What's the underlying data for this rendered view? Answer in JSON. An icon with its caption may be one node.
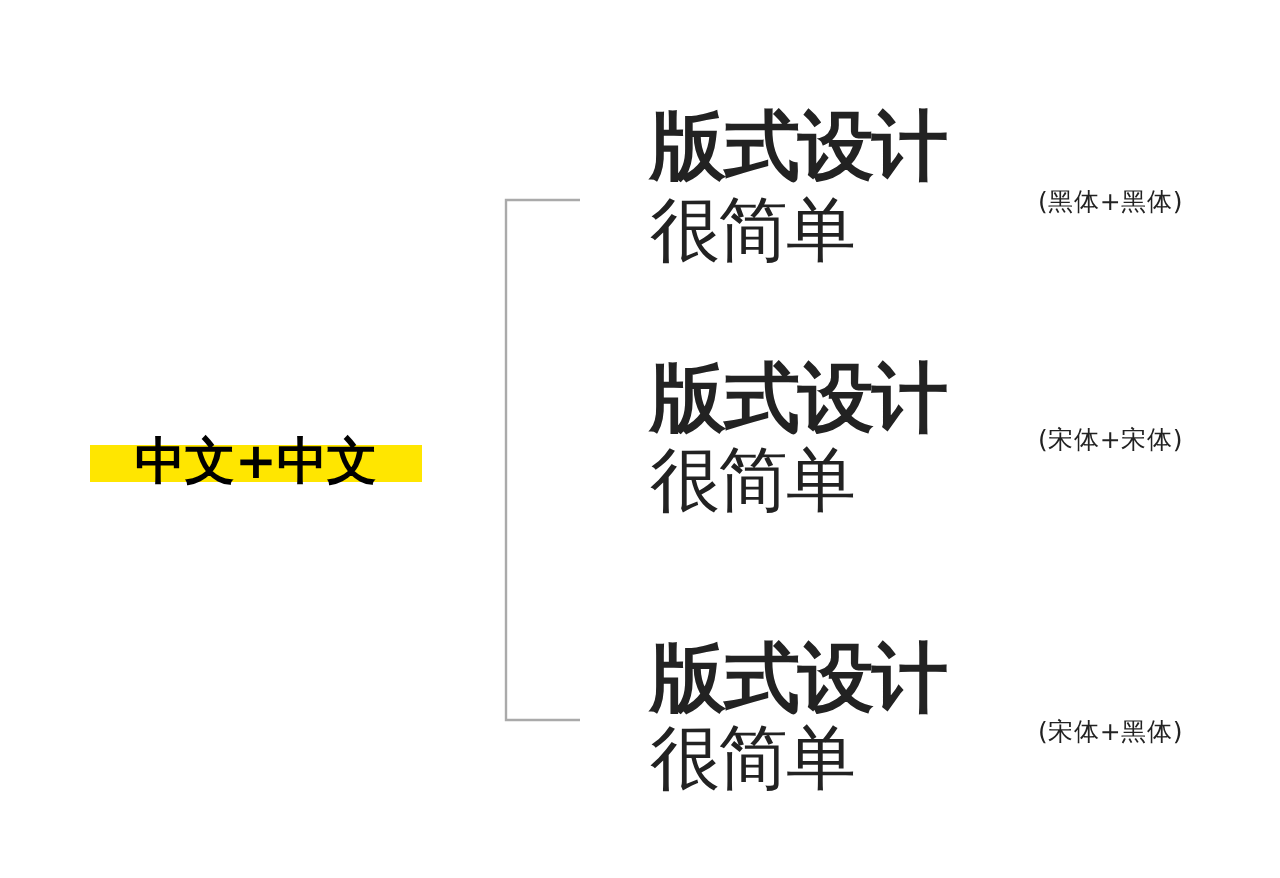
{
  "diagram": {
    "nodes": [
      {
        "text": [
          "中文+中文"
        ]
      }
    ],
    "labels": [
      "版式设计",
      "很简单",
      "(黑体+黑体)",
      "版式设计",
      "很简单",
      "(宋体+宋体)",
      "版式设计",
      "很简单",
      "(宋体+黑体)"
    ]
  }
}
